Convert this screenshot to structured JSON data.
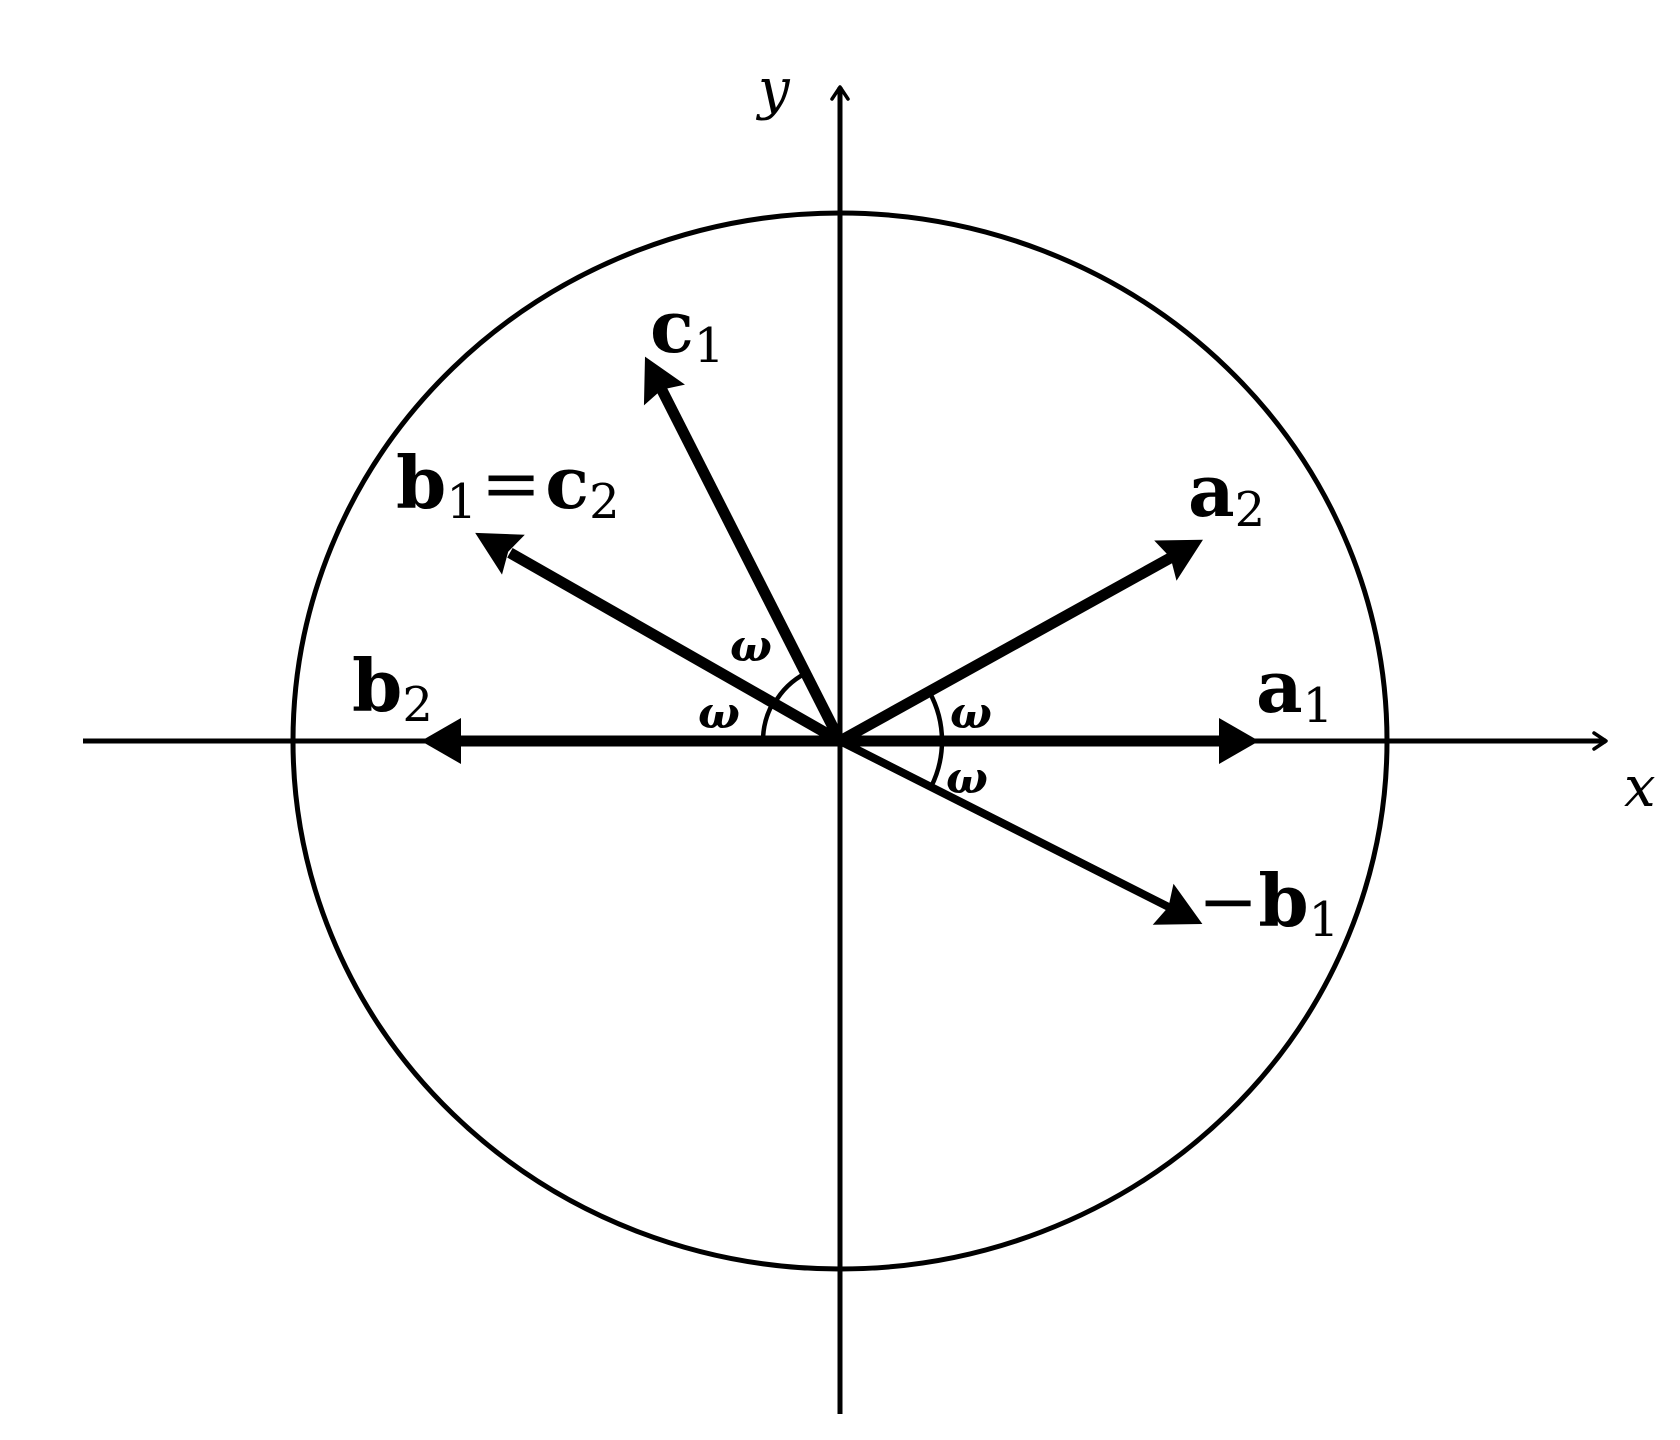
{
  "diagram": {
    "axes": {
      "x_label": "x",
      "y_label": "y"
    },
    "circle": {
      "label": ""
    },
    "vectors": [
      {
        "id": "a1",
        "base": "a",
        "sub": "1",
        "prefix": ""
      },
      {
        "id": "a2",
        "base": "a",
        "sub": "2",
        "prefix": ""
      },
      {
        "id": "b1_c2",
        "base": "b",
        "sub": "1",
        "prefix": "",
        "eq": "=",
        "base2": "c",
        "sub2": "2"
      },
      {
        "id": "b2",
        "base": "b",
        "sub": "2",
        "prefix": ""
      },
      {
        "id": "c1",
        "base": "c",
        "sub": "1",
        "prefix": ""
      },
      {
        "id": "neg_b1",
        "base": "b",
        "sub": "1",
        "prefix": "−"
      }
    ],
    "angles": [
      {
        "label": "ω",
        "between": [
          "a1",
          "a2"
        ]
      },
      {
        "label": "ω",
        "between": [
          "a1",
          "-b1"
        ]
      },
      {
        "label": "ω",
        "between": [
          "b2",
          "b1"
        ]
      },
      {
        "label": "ω",
        "between": [
          "b1",
          "c1"
        ]
      }
    ],
    "colors": {
      "stroke": "#000000",
      "background": "#ffffff"
    }
  }
}
